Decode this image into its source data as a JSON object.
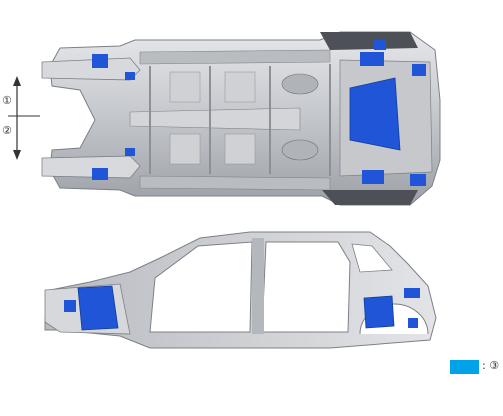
{
  "callouts": {
    "c1": "①",
    "c2": "②",
    "c3": "③"
  },
  "legend": {
    "separator": ":",
    "label": "③",
    "color": "#00a2e8"
  },
  "colors": {
    "body_metal": "#c9ccd0",
    "body_metal_dark": "#8d9096",
    "highlight": "#1f55d6"
  },
  "icons": {
    "arrow": "double-headed-vertical-arrow"
  }
}
